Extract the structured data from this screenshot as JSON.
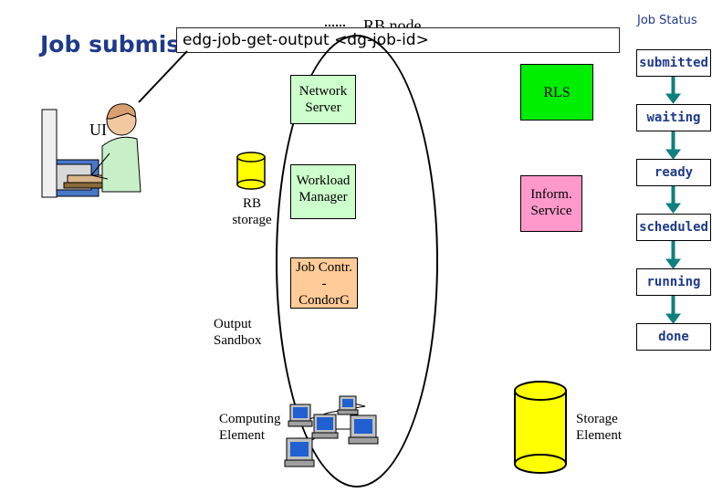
{
  "header": {
    "title": "Job submission",
    "command": "edg-job-get-output <dg-job-id>"
  },
  "rb_node": {
    "label": "RB node",
    "network_server": [
      "Network",
      "Server"
    ],
    "workload_manager": [
      "Workload",
      "Manager"
    ],
    "job_controller": [
      "Job Contr.",
      "-",
      "CondorG"
    ]
  },
  "ui": {
    "label": "UI"
  },
  "rb_storage": [
    "RB",
    "storage"
  ],
  "rls": {
    "label": "RLS",
    "color": "#00ee00"
  },
  "inform_service": [
    "Inform.",
    "Service"
  ],
  "output_sandbox": [
    "Output",
    "Sandbox"
  ],
  "computing_element": [
    "Computing",
    "Element"
  ],
  "storage_element": [
    "Storage",
    "Element"
  ],
  "job_status": {
    "title": "Job Status",
    "states": [
      "submitted",
      "waiting",
      "ready",
      "scheduled",
      "running",
      "done"
    ]
  },
  "colors": {
    "title_blue": "#1f3a8a",
    "network_server_fill": "#ccffcc",
    "workload_manager_fill": "#ccffcc",
    "job_controller_fill": "#ffcc99",
    "inform_service_fill": "#ff99cc",
    "storage_fill": "#ffff00",
    "arrow_teal": "#0f7f7f"
  }
}
